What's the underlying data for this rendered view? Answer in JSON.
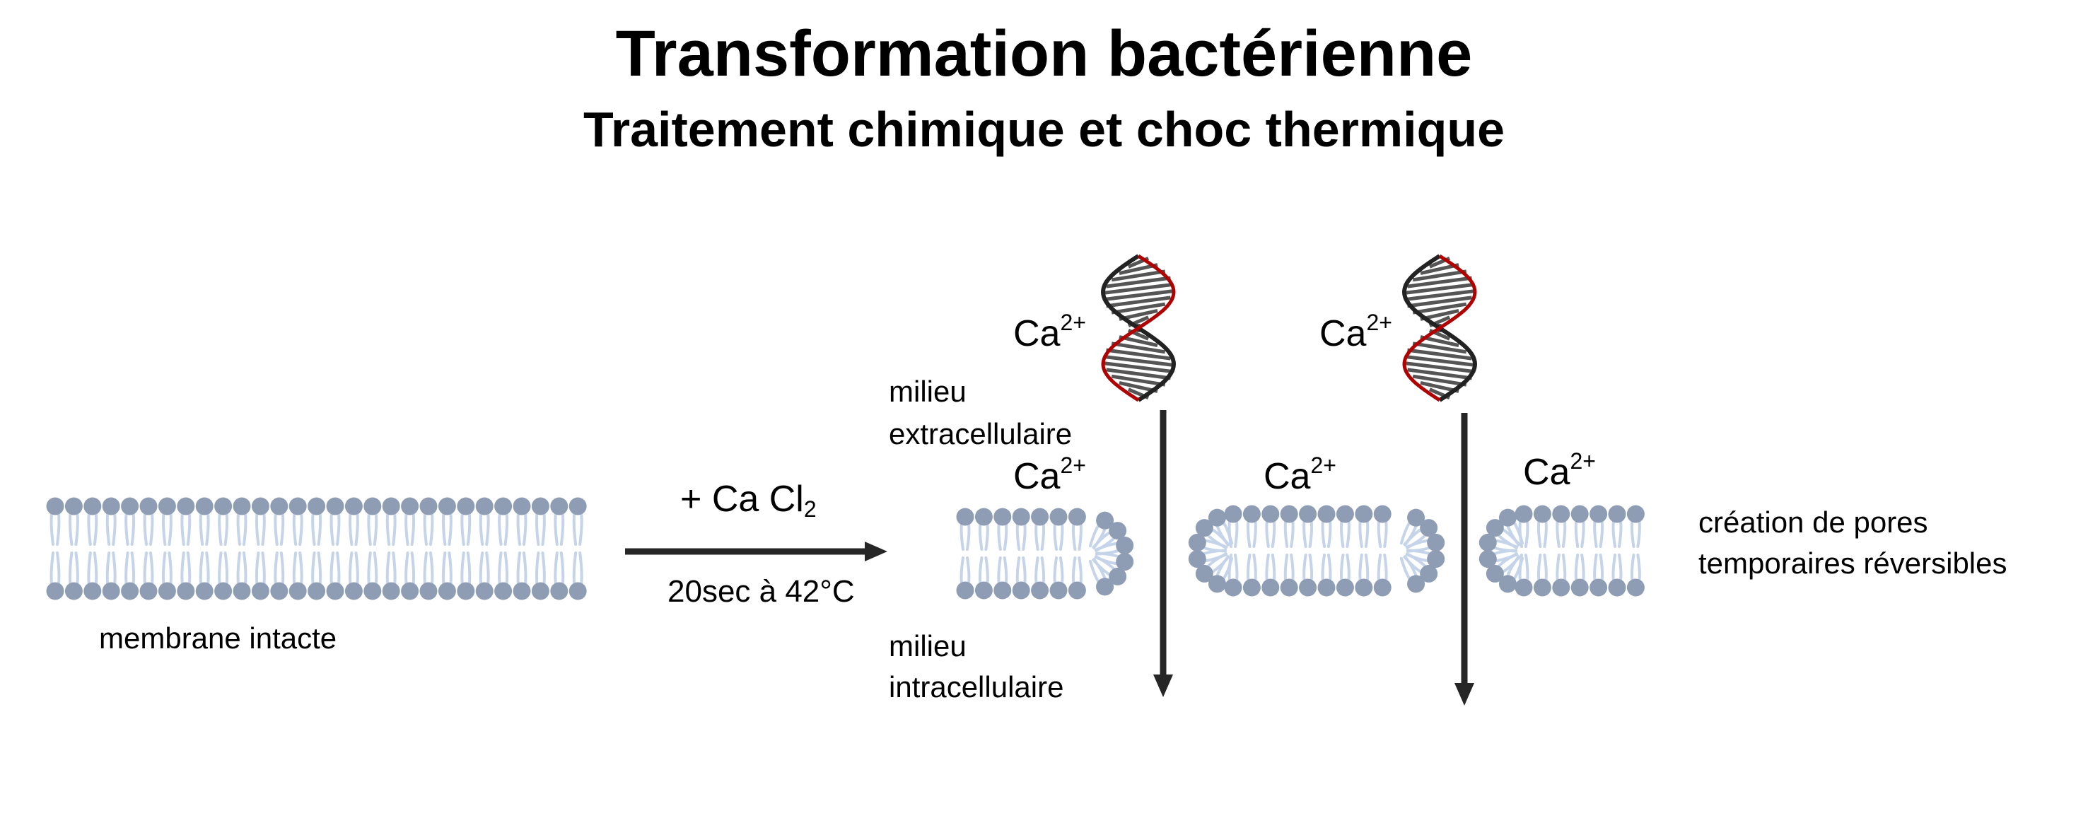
{
  "title": "Transformation bactérienne",
  "subtitle": "Traitement chimique et choc thermique",
  "membrane_label": "membrane intacte",
  "reagent": {
    "prefix": "+ Ca Cl",
    "subscript": "2"
  },
  "condition": "20sec à 42°C",
  "extracellular": {
    "line1": "milieu",
    "line2": "extracellulaire"
  },
  "intracellular": {
    "line1": "milieu",
    "line2": "intracellulaire"
  },
  "ion": {
    "symbol": "Ca",
    "charge": "2+"
  },
  "result": {
    "line1": "création de pores",
    "line2": "temporaires réversibles"
  },
  "colors": {
    "head": "#8e9db3",
    "tail": "#c6d4e9",
    "dna_dark": "#222222",
    "dna_red": "#b00000",
    "arrow": "#262626"
  }
}
